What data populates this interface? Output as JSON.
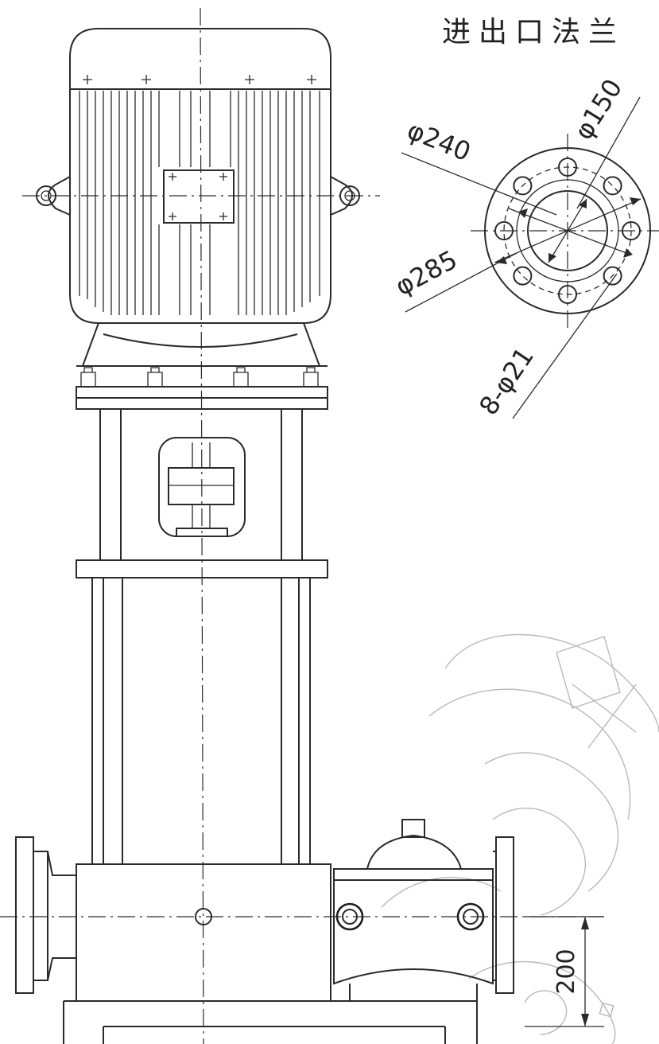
{
  "title": "进出口法兰",
  "flange": {
    "bore": "φ150",
    "inner_circle": "φ240",
    "outer_circle": "φ285",
    "holes": "8-φ21"
  },
  "dimension_height": "200"
}
